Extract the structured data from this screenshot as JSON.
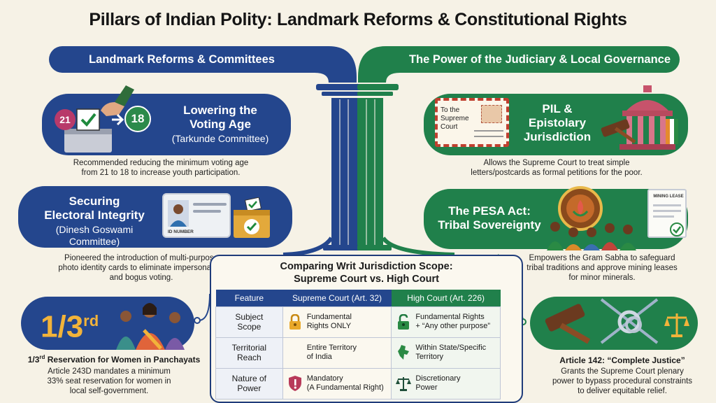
{
  "title": "Pillars of Indian Polity: Landmark Reforms & Constitutional Rights",
  "colors": {
    "blue": "#24468d",
    "green": "#20804b",
    "background": "#f6f2e6"
  },
  "left_banner": "Landmark Reforms & Committees",
  "right_banner": "The Power of the Judiciary & Local Governance",
  "voting_age": {
    "from_badge": "21",
    "to_badge": "18",
    "title_line1": "Lowering the",
    "title_line2": "Voting Age",
    "subtitle": "(Tarkunde Committee)",
    "description_line1": "Recommended reducing the minimum voting age",
    "description_line2": "from 21 to 18 to increase youth participation."
  },
  "electoral": {
    "title_line1": "Securing",
    "title_line2": "Electoral Integrity",
    "subtitle_line1": "(Dinesh Goswami",
    "subtitle_line2": "Committee)",
    "id_card_label": "ID NUMBER",
    "description_line1": "Pioneered the introduction of multi-purpose",
    "description_line2": "photo identity cards to eliminate impersonation",
    "description_line3": "and bogus voting."
  },
  "reservation": {
    "fraction": "1/3",
    "fraction_sup": "rd",
    "title_prefix": "1/3",
    "title_sup": "rd",
    "title_rest": " Reservation for Women in Panchayats",
    "description_line1": "Article 243D mandates a minimum",
    "description_line2": "33% seat reservation for women in",
    "description_line3": "local self-government."
  },
  "pil": {
    "postcard_line1": "To the",
    "postcard_line2": "Supreme",
    "postcard_line3": "Court",
    "title_line1": "PIL &",
    "title_line2": "Epistolary",
    "title_line3": "Jurisdiction",
    "description_line1": "Allows the Supreme Court to treat simple",
    "description_line2": "letters/postcards as formal petitions for the poor."
  },
  "pesa": {
    "title_line1": "The PESA Act:",
    "title_line2": "Tribal Sovereignty",
    "document_label": "MINING LEASE",
    "description_line1": "Empowers the Gram Sabha to safeguard",
    "description_line2": "tribal traditions and approve mining leases",
    "description_line3": "for minor minerals."
  },
  "article142": {
    "title": "Article 142: “Complete Justice”",
    "description_line1": "Grants the Supreme Court plenary",
    "description_line2": "power to bypass procedural constraints",
    "description_line3": "to deliver equitable relief."
  },
  "writ_table": {
    "title_line1": "Comparing Writ Jurisdiction Scope:",
    "title_line2": "Supreme Court vs. High Court",
    "headers": [
      "Feature",
      "Supreme Court (Art. 32)",
      "High Court (Art. 226)"
    ],
    "rows": [
      {
        "feature_line1": "Subject",
        "feature_line2": "Scope",
        "sc_line1": "Fundamental",
        "sc_line2": "Rights ONLY",
        "sc_icon": "padlock-icon",
        "hc_line1": "Fundamental Rights",
        "hc_line2": "+ “Any other purpose”",
        "hc_icon": "open-padlock-icon"
      },
      {
        "feature_line1": "Territorial",
        "feature_line2": "Reach",
        "sc_line1": "Entire Territory",
        "sc_line2": "of India",
        "sc_icon": "india-map-icon",
        "hc_line1": "Within State/Specific",
        "hc_line2": "Territory",
        "hc_icon": "state-map-icon"
      },
      {
        "feature_line1": "Nature of",
        "feature_line2": "Power",
        "sc_line1": "Mandatory",
        "sc_line2": "(A Fundamental Right)",
        "sc_icon": "shield-alert-icon",
        "hc_line1": "Discretionary",
        "hc_line2": "Power",
        "hc_icon": "scales-icon"
      }
    ]
  }
}
